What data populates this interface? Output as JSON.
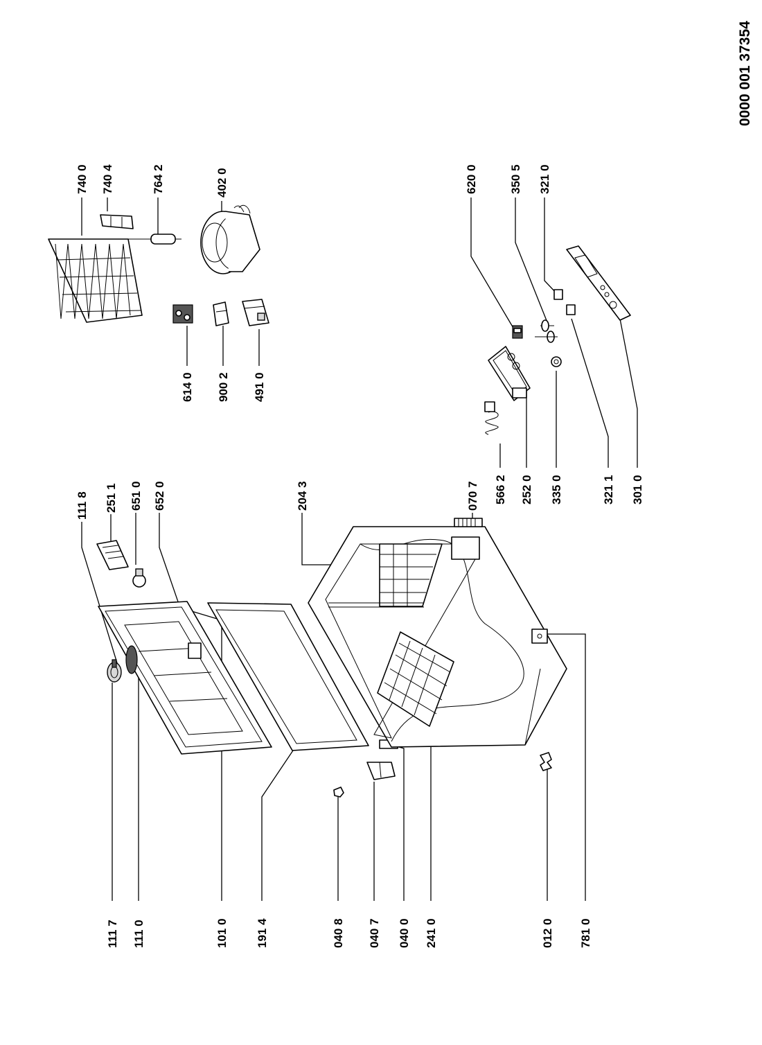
{
  "document": {
    "code": "0000 001 37354"
  },
  "parts": [
    {
      "id": "lbl-1117",
      "label": "111 7"
    },
    {
      "id": "lbl-1110",
      "label": "111 0"
    },
    {
      "id": "lbl-1010",
      "label": "101 0"
    },
    {
      "id": "lbl-1914",
      "label": "191 4"
    },
    {
      "id": "lbl-0408",
      "label": "040 8"
    },
    {
      "id": "lbl-0407",
      "label": "040 7"
    },
    {
      "id": "lbl-0400",
      "label": "040 0"
    },
    {
      "id": "lbl-2410",
      "label": "241 0"
    },
    {
      "id": "lbl-0120",
      "label": "012 0"
    },
    {
      "id": "lbl-7810",
      "label": "781 0"
    },
    {
      "id": "lbl-1118",
      "label": "111 8"
    },
    {
      "id": "lbl-2511",
      "label": "251 1"
    },
    {
      "id": "lbl-6510",
      "label": "651 0"
    },
    {
      "id": "lbl-6520",
      "label": "652 0"
    },
    {
      "id": "lbl-2043",
      "label": "204 3"
    },
    {
      "id": "lbl-0707",
      "label": "070 7"
    },
    {
      "id": "lbl-5662",
      "label": "566 2"
    },
    {
      "id": "lbl-2520",
      "label": "252 0"
    },
    {
      "id": "lbl-3350",
      "label": "335 0"
    },
    {
      "id": "lbl-3211",
      "label": "321 1"
    },
    {
      "id": "lbl-3010",
      "label": "301 0"
    },
    {
      "id": "lbl-6140",
      "label": "614 0"
    },
    {
      "id": "lbl-9002",
      "label": "900 2"
    },
    {
      "id": "lbl-4910",
      "label": "491 0"
    },
    {
      "id": "lbl-7400",
      "label": "740 0"
    },
    {
      "id": "lbl-7404",
      "label": "740 4"
    },
    {
      "id": "lbl-7642",
      "label": "764 2"
    },
    {
      "id": "lbl-4020",
      "label": "402 0"
    },
    {
      "id": "lbl-6200",
      "label": "620 0"
    },
    {
      "id": "lbl-3505",
      "label": "350 5"
    },
    {
      "id": "lbl-3210",
      "label": "321 0"
    }
  ]
}
